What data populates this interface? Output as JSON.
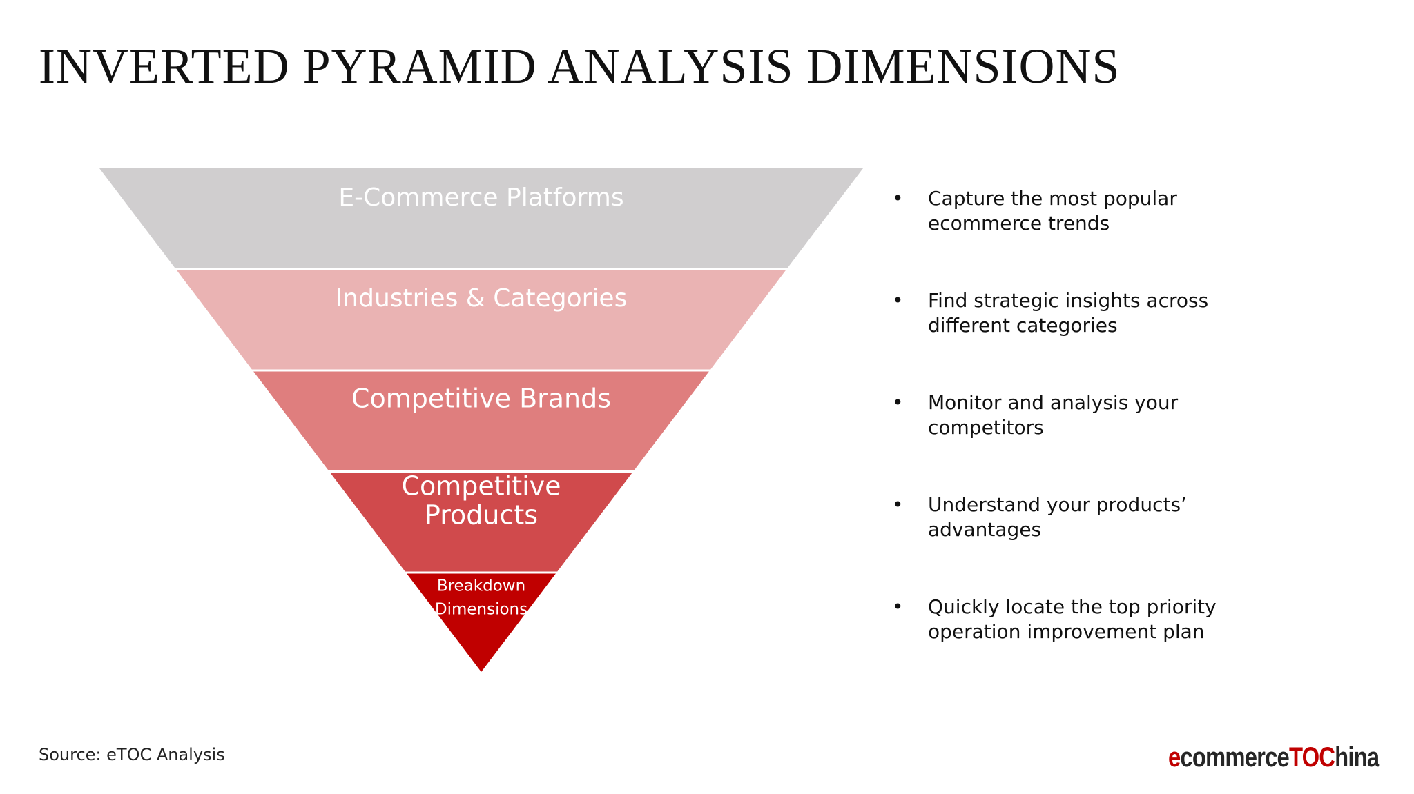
{
  "title": "INVERTED PYRAMID ANALYSIS DIMENSIONS",
  "pyramid": {
    "levels": [
      {
        "label_lines": [
          "E-Commerce Platforms"
        ],
        "color": "#d0cecf"
      },
      {
        "label_lines": [
          "Industries & Categories"
        ],
        "color": "#eab3b3"
      },
      {
        "label_lines": [
          "Competitive Brands"
        ],
        "color": "#df7e7e"
      },
      {
        "label_lines": [
          "Competitive",
          "Products"
        ],
        "color": "#d04a4c"
      },
      {
        "label_lines": [
          "Breakdown",
          "Dimensions"
        ],
        "color": "#c00000"
      }
    ]
  },
  "bullets": [
    {
      "lines": [
        "Capture the most popular",
        "ecommerce trends"
      ]
    },
    {
      "lines": [
        "Find strategic insights across",
        "different categories"
      ]
    },
    {
      "lines": [
        "Monitor and analysis your",
        "competitors"
      ]
    },
    {
      "lines": [
        "Understand your products’",
        "advantages"
      ]
    },
    {
      "lines": [
        "Quickly locate the top priority",
        "operation improvement plan"
      ]
    }
  ],
  "source": "Source: eTOC Analysis",
  "logo": {
    "part1": "e",
    "part2": "commerce",
    "part3": "TOC",
    "part4": "hina",
    "part1_color": "#c00000",
    "part2_color": "#262626",
    "part3_color": "#c00000",
    "part4_color": "#262626"
  }
}
